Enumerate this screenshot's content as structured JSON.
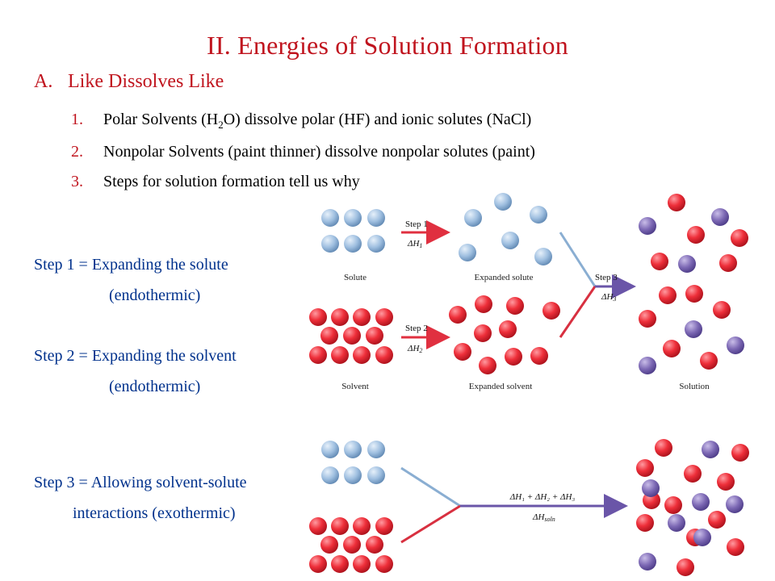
{
  "title": "II.  Energies of Solution Formation",
  "section_a": {
    "number": "A.",
    "text": "Like Dissolves Like"
  },
  "points": [
    {
      "number": "1.",
      "pre": "Polar Solvents (H",
      "sub": "2",
      "post": "O) dissolve polar (HF) and ionic solutes (NaCl)"
    },
    {
      "number": "2.",
      "pre": "Nonpolar Solvents (paint thinner) dissolve nonpolar solutes (paint)",
      "sub": "",
      "post": ""
    },
    {
      "number": "3.",
      "pre": "Steps for solution formation tell us why",
      "sub": "",
      "post": ""
    }
  ],
  "steps": {
    "step1": "Step 1 = Expanding the solute",
    "step1_note": "(endothermic)",
    "step2": "Step 2 = Expanding the solvent",
    "step2_note": "(endothermic)",
    "step3": "Step 3 = Allowing solvent-solute",
    "step3_note": "interactions (exothermic)"
  },
  "diagram": {
    "labels": {
      "solute": "Solute",
      "expanded_solute": "Expanded solute",
      "solvent": "Solvent",
      "expanded_solvent": "Expanded solvent",
      "solution": "Solution"
    },
    "arrows": {
      "step1": "Step 1",
      "dh1": "ΔH",
      "dh1_sub": "1",
      "step2": "Step 2",
      "dh2": "ΔH",
      "dh2_sub": "2",
      "step3": "Step 3",
      "dh3": "ΔH",
      "dh3_sub": "3",
      "sum": "ΔH₁ + ΔH₂ + ΔH₃",
      "soln": "ΔH",
      "soln_sub": "soln"
    },
    "colors": {
      "solute_blue": "#8fb4d6",
      "solvent_red": "#e8323c",
      "solute_in_solution_purple": "#7a66b0",
      "step1_arrow": "#e03040",
      "line_blue": "#8aaed2",
      "line_red": "#d83040",
      "step3_arrow": "#6a55a8",
      "heading_red": "#c0141e",
      "step_text_blue": "#00318c"
    }
  }
}
